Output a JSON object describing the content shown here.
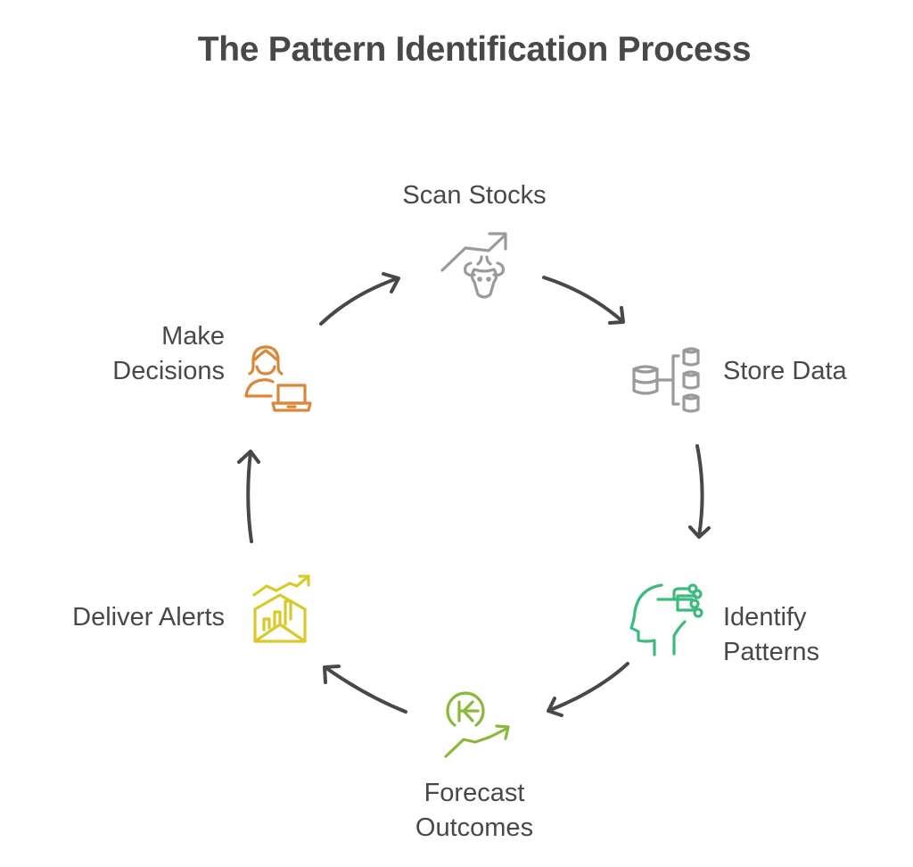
{
  "title": "The Pattern Identification Process",
  "colors": {
    "text": "#484848",
    "arrow": "#484848",
    "scan_stocks": "#9a9a9a",
    "store_data": "#9a9a9a",
    "identify_patterns": "#3dbb7e",
    "forecast_outcomes": "#8ab83a",
    "deliver_alerts": "#d9c92a",
    "make_decisions": "#d9883a"
  },
  "steps": [
    {
      "id": "scan-stocks",
      "lines": [
        "Scan Stocks"
      ],
      "icon": "bull-market-chart-icon"
    },
    {
      "id": "store-data",
      "lines": [
        "Store Data"
      ],
      "icon": "database-tree-icon"
    },
    {
      "id": "identify-patterns",
      "lines": [
        "Identify",
        "Patterns"
      ],
      "icon": "ai-head-circuit-icon"
    },
    {
      "id": "forecast-outcomes",
      "lines": [
        "Forecast",
        "Outcomes"
      ],
      "icon": "currency-growth-icon"
    },
    {
      "id": "deliver-alerts",
      "lines": [
        "Deliver Alerts"
      ],
      "icon": "envelope-chart-icon"
    },
    {
      "id": "make-decisions",
      "lines": [
        "Make",
        "Decisions"
      ],
      "icon": "person-laptop-icon"
    }
  ],
  "flow": "clockwise cycle"
}
